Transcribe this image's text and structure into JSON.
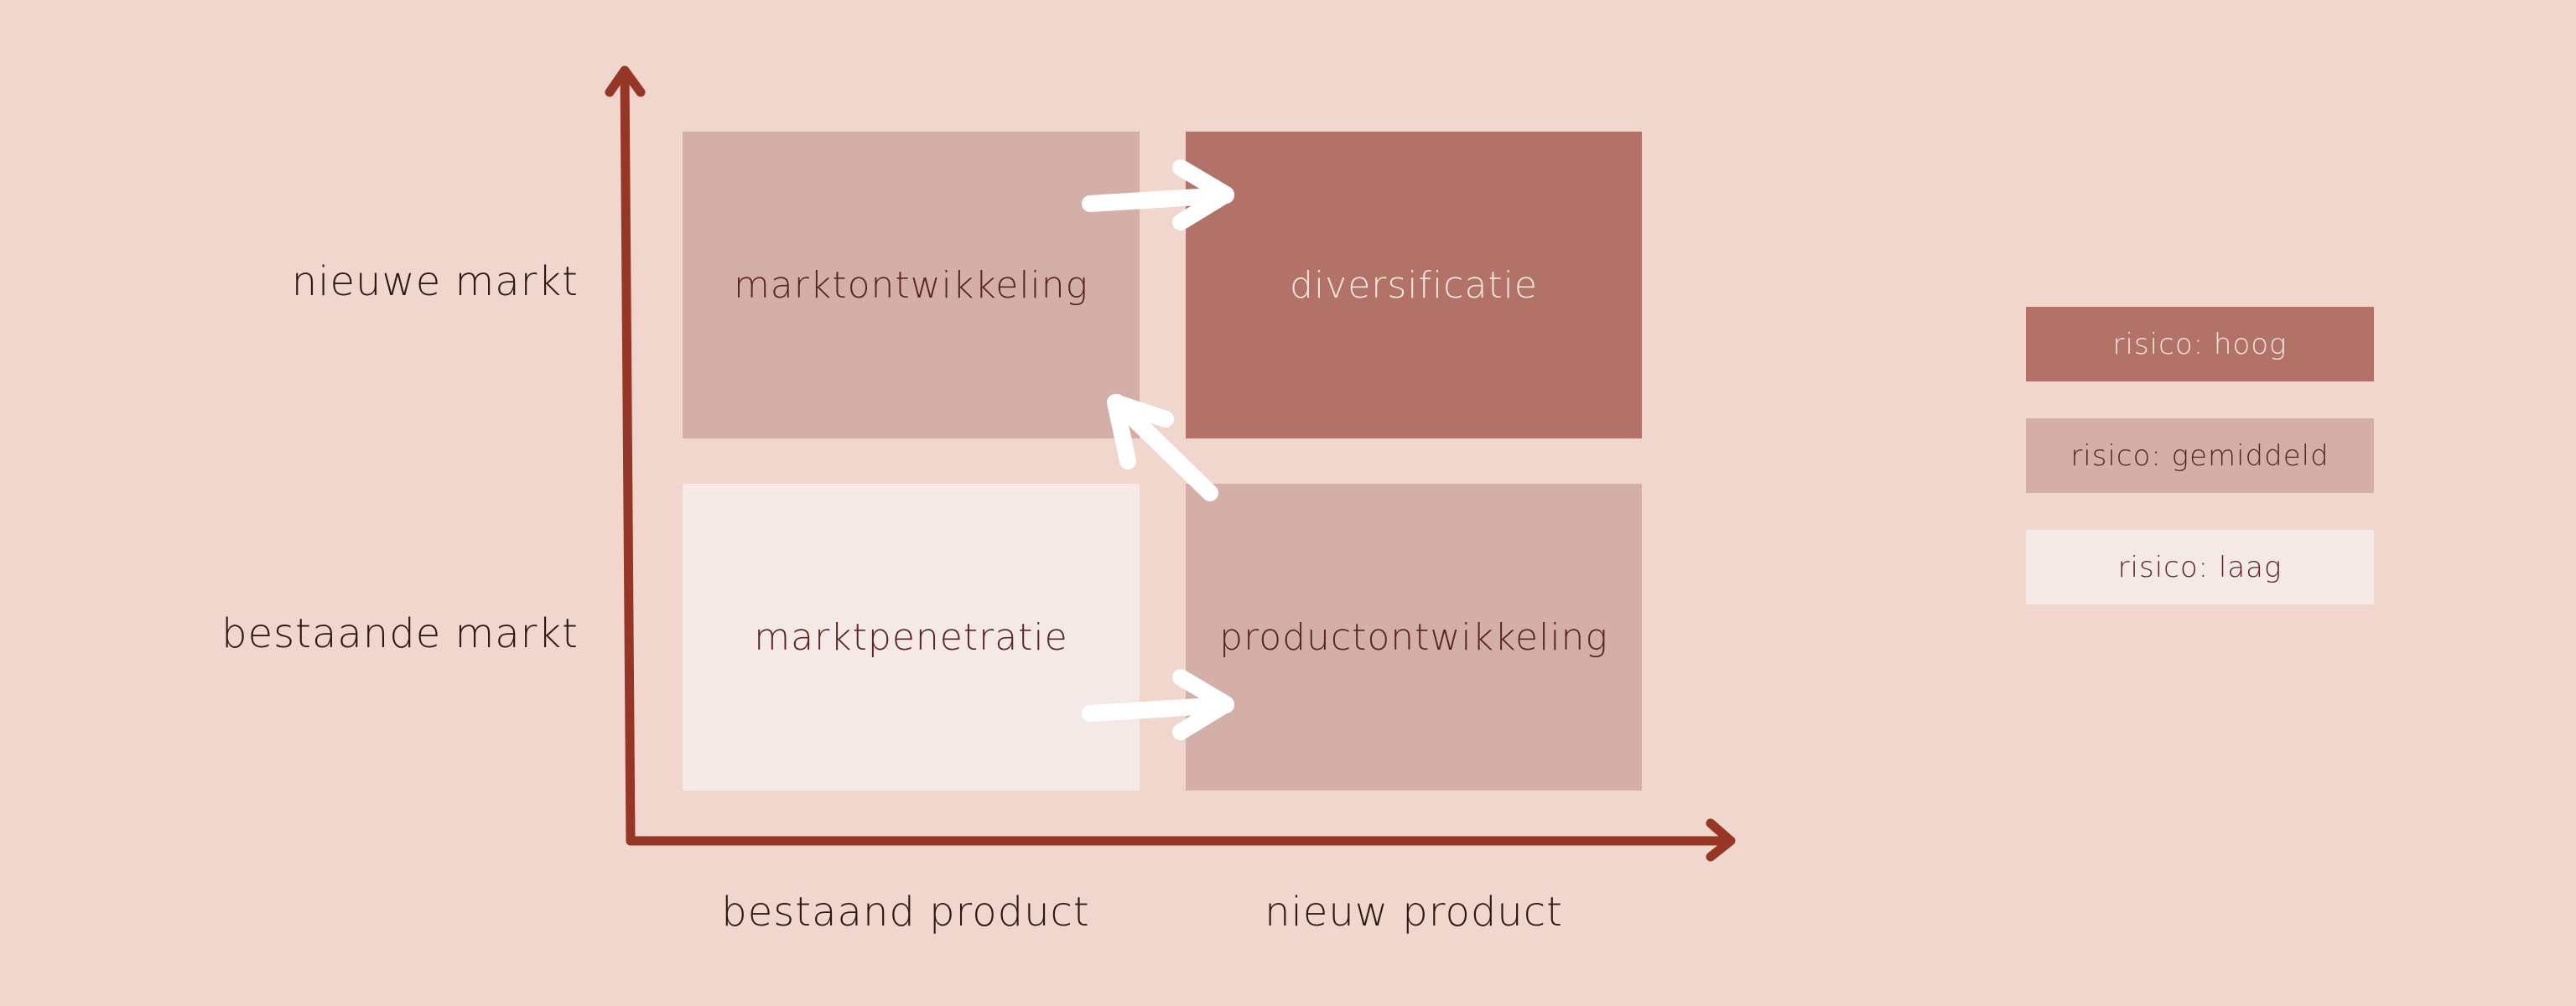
{
  "axes": {
    "y_labels": [
      "nieuwe markt",
      "bestaande markt"
    ],
    "x_labels": [
      "bestaand product",
      "nieuw product"
    ]
  },
  "quadrants": [
    {
      "label": "marktontwikkeling",
      "risk": "gemiddeld"
    },
    {
      "label": "diversificatie",
      "risk": "hoog"
    },
    {
      "label": "marktpenetratie",
      "risk": "laag"
    },
    {
      "label": "productontwikkeling",
      "risk": "gemiddeld"
    }
  ],
  "legend": [
    {
      "label": "risico: hoog",
      "color": "#b27268"
    },
    {
      "label": "risico: gemiddeld",
      "color": "#d4afa7"
    },
    {
      "label": "risico: laag",
      "color": "#f4e9e6"
    }
  ],
  "colors": {
    "background": "#f0d6cc",
    "axis": "#963626",
    "arrow": "#ffffff"
  }
}
